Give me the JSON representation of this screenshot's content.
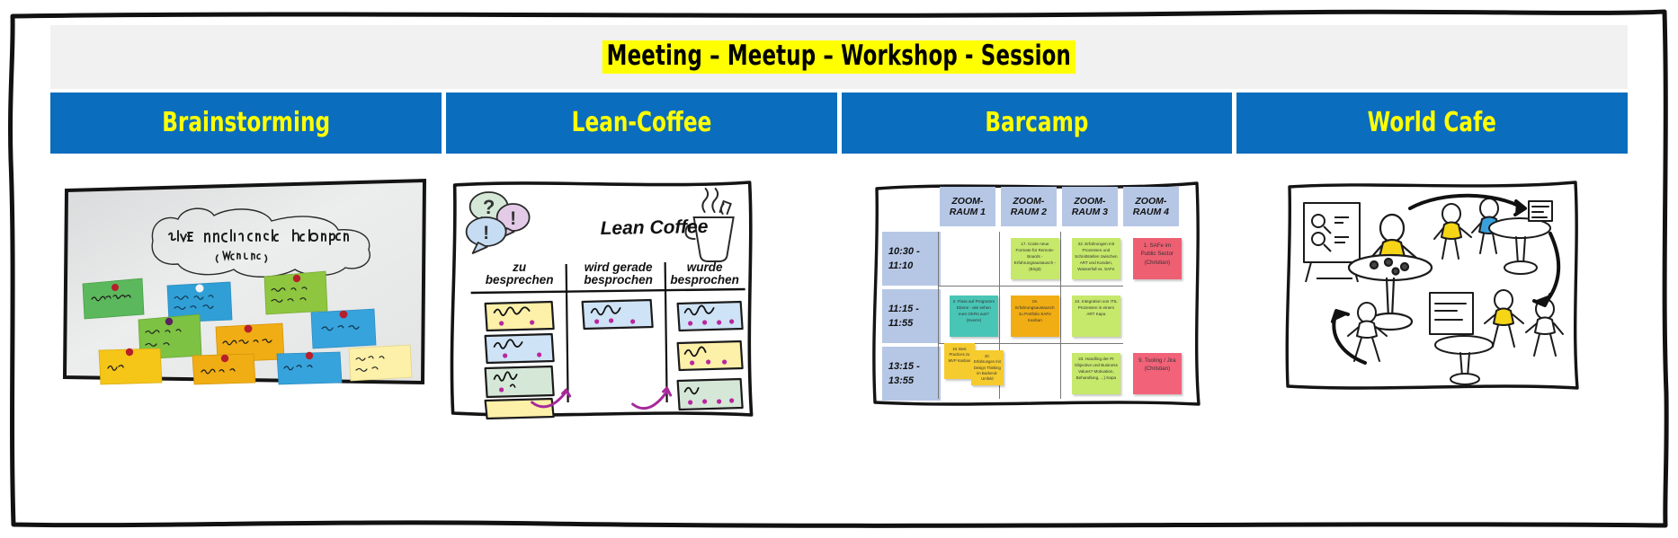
{
  "header": {
    "title": "Meeting – Meetup – Workshop - Session",
    "title_highlight_color": "#ffff00",
    "band_color": "#0b6dbd",
    "band_text_color": "#ffff00"
  },
  "columns": [
    {
      "label": "Brainstorming",
      "panel": "whiteboard-photo"
    },
    {
      "label": "Lean-Coffee",
      "panel": "lean-coffee-sketch"
    },
    {
      "label": "Barcamp",
      "panel": "barcamp-board"
    },
    {
      "label": "World Cafe",
      "panel": "world-cafe-sketch"
    }
  ],
  "brainstorming": {
    "whiteboard_question_line1": "Wie werden wir als Unternehmen bekannter",
    "whiteboard_question_line2": "( Werbung )",
    "sticky_note_colors": [
      "#5cb85c",
      "#36a3dc",
      "#8ec63f",
      "#f0ad14",
      "#7dc243",
      "#f5c518"
    ]
  },
  "lean_coffee": {
    "title": "Lean Coffee",
    "columns": [
      "zu besprechen",
      "wird gerade besprochen",
      "wurde besprochen"
    ],
    "icons": [
      "question-bubble",
      "exclamation-bubble",
      "coffee-cup"
    ],
    "cards": {
      "zu_besprechen": [
        "card-yellow",
        "card-blue",
        "card-green",
        "card-yellow-2"
      ],
      "wird_gerade_besprochen": [
        "card-blue"
      ],
      "wurde_besprochen": [
        "card-blue",
        "card-yellow",
        "card-green"
      ]
    }
  },
  "barcamp": {
    "rooms": [
      "ZOOM-RAUM 1",
      "ZOOM-RAUM 2",
      "ZOOM-RAUM 3",
      "ZOOM-RAUM 4"
    ],
    "room_lines": [
      [
        "ZOOM-",
        "RAUM 1"
      ],
      [
        "ZOOM-",
        "RAUM 2"
      ],
      [
        "ZOOM-",
        "RAUM 3"
      ],
      [
        "ZOOM-",
        "RAUM 4"
      ]
    ],
    "times": [
      [
        "10:30 -",
        "11:10"
      ],
      [
        "11:15 -",
        "11:55"
      ],
      [
        "13:15 -",
        "13:55"
      ]
    ],
    "cells": [
      [
        {
          "text": "",
          "color": "none"
        },
        {
          "text": "17. Coole neue Formate für Remote-Boards - Erfahrungsaustausch - (Birgit)",
          "color": "green"
        },
        {
          "text": "22. Erfahrungen mit Prozessen und Schnittstellen zwischen ART und Kunden, Wasserfall vs. SAFe",
          "color": "green"
        },
        {
          "text": "1. SAFe im Public Sector (Christian)",
          "color": "pink"
        }
      ],
      [
        {
          "text": "2. Fluss auf Programm Ebene - wie sehen eure OKRs aus? (Sverre)",
          "color": "teal"
        },
        {
          "text": "19. Erfahrungsaustausch zu Portfolio SAFe Kanban",
          "color": "orange"
        },
        {
          "text": "24. Integration von ITIL Prozessen in einem ART Kapa",
          "color": "green"
        },
        {
          "text": "",
          "color": "none"
        }
      ],
      [
        {
          "text": "18. Best Practices zu MVP Kanban",
          "color": "yellow",
          "text2": "20. Erfahrungen mit Design Thinking im Backend-Umfeld",
          "color2": "yellow"
        },
        {
          "text": "",
          "color": "none"
        },
        {
          "text": "23. Handling der PI Objective und Business Values? Motivation, Behandlung, ...) Kapa",
          "color": "green"
        },
        {
          "text": "9. Tooling / Jira (Christian)",
          "color": "pinkb"
        }
      ]
    ]
  },
  "world_cafe": {
    "elements": [
      "flipchart",
      "standing-table",
      "discussion-group",
      "arrow-circle",
      "presenter"
    ]
  }
}
